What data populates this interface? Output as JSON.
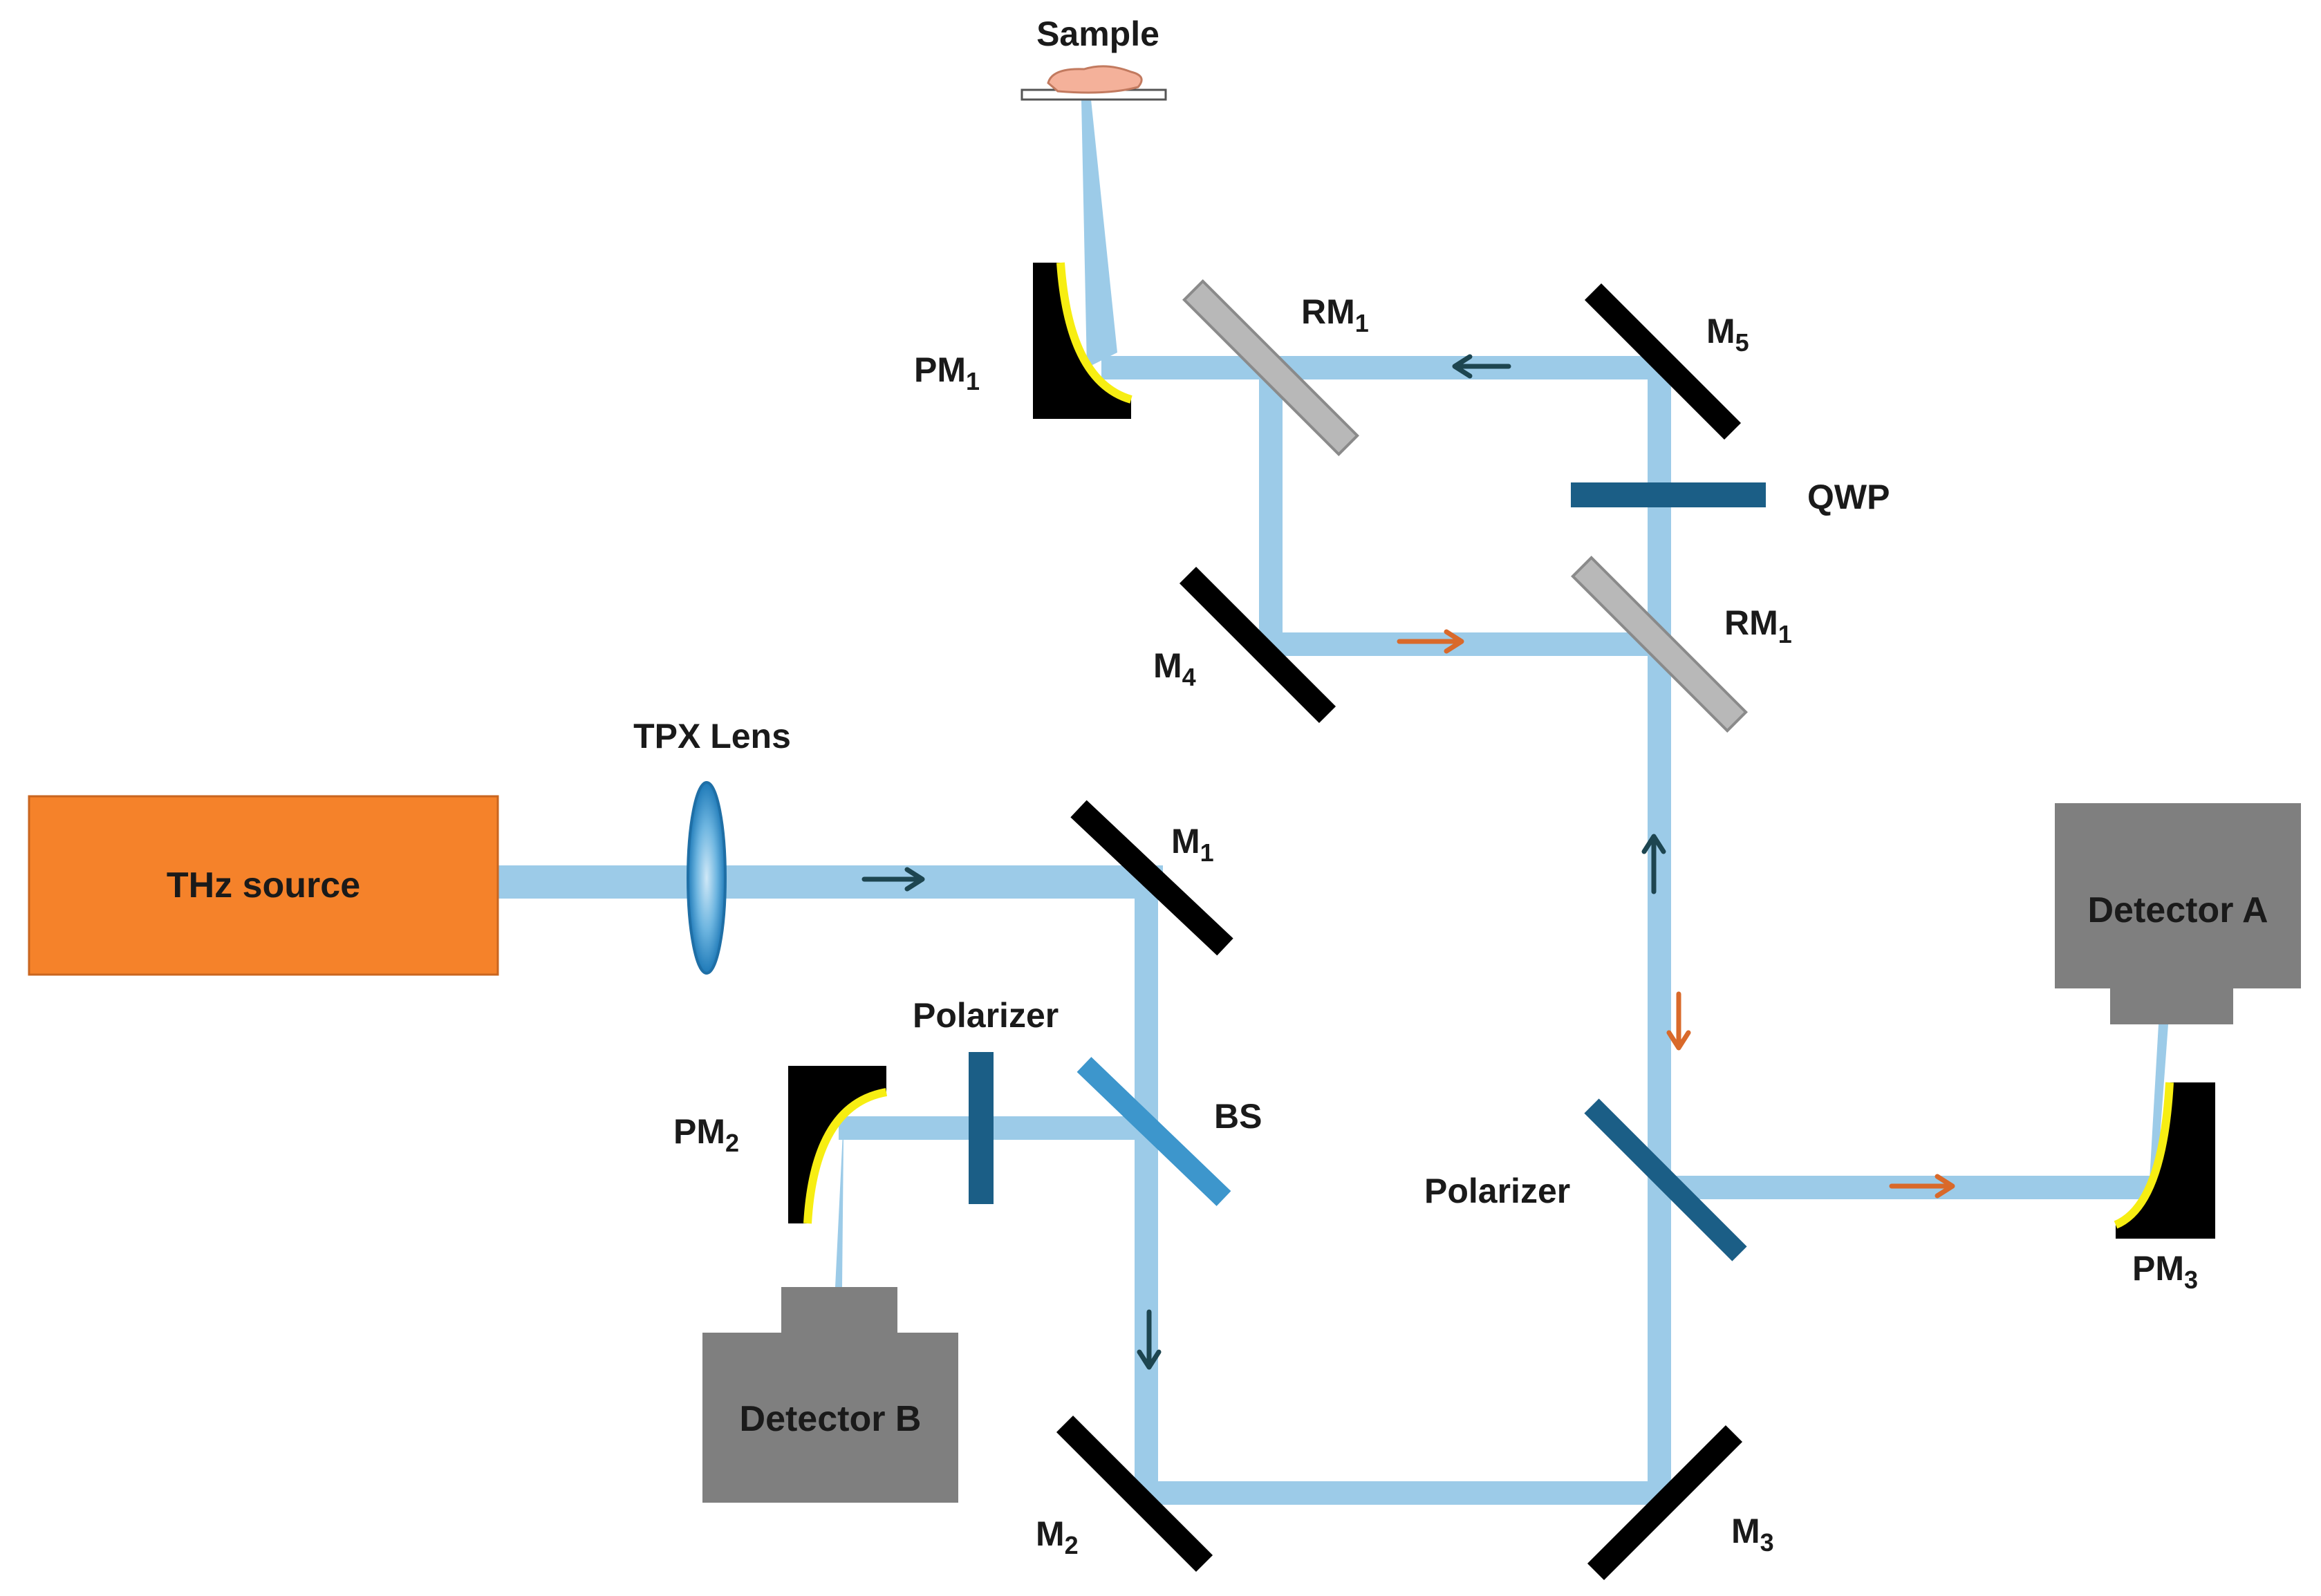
{
  "colors": {
    "beam": "#9ccbe8",
    "source": "#f5822a",
    "detector": "#7f7f7f",
    "mirror": "#000000",
    "reflective_mirror": "#b8b8b8",
    "component": "#1b5e86",
    "lens": "#3d96cc",
    "curved_surface": "#f7ee12",
    "arrow_forward": "#1d4550",
    "arrow_return": "#d9692a",
    "sample": "#f4b19a"
  },
  "labels": {
    "sample": "Sample",
    "pm1": {
      "base": "PM",
      "sub": "1"
    },
    "rm1_top": {
      "base": "RM",
      "sub": "1"
    },
    "m5": {
      "base": "M",
      "sub": "5"
    },
    "qwp": "QWP",
    "rm1_mid": {
      "base": "RM",
      "sub": "1"
    },
    "m4": {
      "base": "M",
      "sub": "4"
    },
    "tpx_lens": "TPX Lens",
    "thz_source": "THz source",
    "m1": {
      "base": "M",
      "sub": "1"
    },
    "detector_a": "Detector A",
    "polarizer_left": "Polarizer",
    "pm2": {
      "base": "PM",
      "sub": "2"
    },
    "bs": "BS",
    "polarizer_right": "Polarizer",
    "pm3": {
      "base": "PM",
      "sub": "3"
    },
    "detector_b": "Detector B",
    "m2": {
      "base": "M",
      "sub": "2"
    },
    "m3": {
      "base": "M",
      "sub": "3"
    }
  }
}
